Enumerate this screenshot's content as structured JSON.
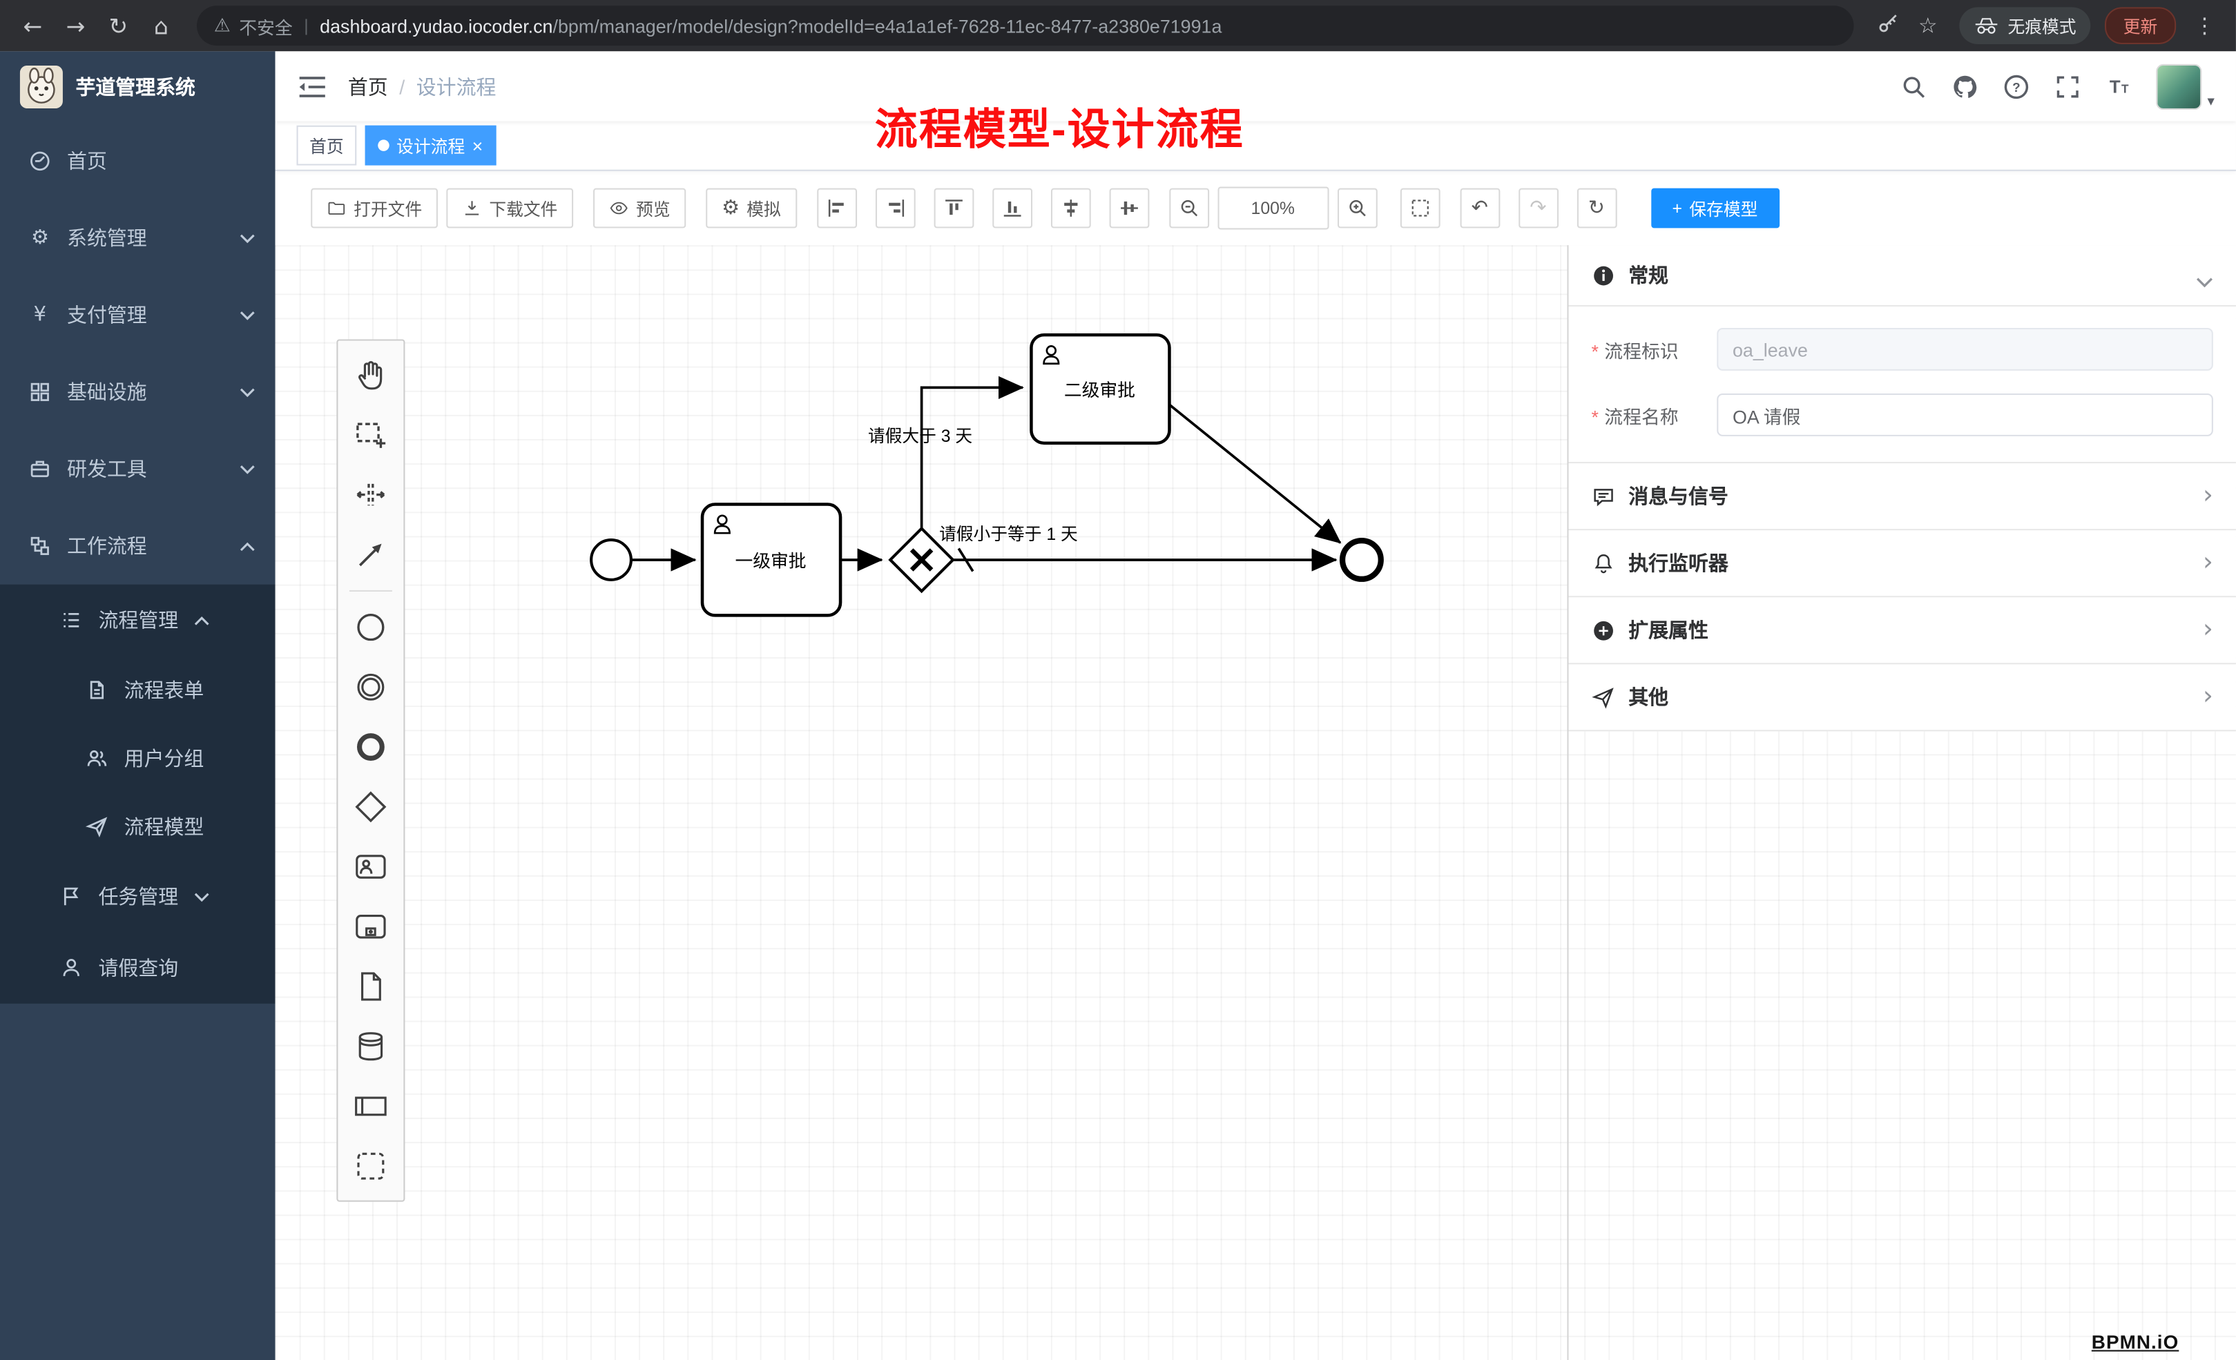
{
  "icons": {
    "back": "←",
    "forward": "→",
    "reload": "↻",
    "home": "⌂",
    "warning": "⚠",
    "divider": "|",
    "star": "☆",
    "menu_dots": "⋮",
    "gear": "⚙",
    "yen": "¥",
    "chevron_right": "›",
    "close": "×",
    "plus": "+",
    "caret_down": "▾",
    "breadcrumb_sep": "/",
    "undo": "↶",
    "redo": "↷",
    "restart": "↻",
    "question": "?",
    "size_large": "T",
    "size_small": "T"
  },
  "browser": {
    "security_label": "不安全",
    "url_domain": "dashboard.yudao.iocoder.cn",
    "url_path": "/bpm/manager/model/design?modelId=e4a1a1ef-7628-11ec-8477-a2380e71991a",
    "incognito_label": "无痕模式",
    "update_label": "更新"
  },
  "sidebar": {
    "logo_title": "芋道管理系统",
    "items": [
      {
        "label": "首页"
      },
      {
        "label": "系统管理"
      },
      {
        "label": "支付管理"
      },
      {
        "label": "基础设施"
      },
      {
        "label": "研发工具"
      },
      {
        "label": "工作流程"
      },
      {
        "label": "流程管理"
      },
      {
        "label": "流程表单"
      },
      {
        "label": "用户分组"
      },
      {
        "label": "流程模型"
      },
      {
        "label": "任务管理"
      },
      {
        "label": "请假查询"
      }
    ]
  },
  "header": {
    "breadcrumb_home": "首页",
    "breadcrumb_current": "设计流程",
    "annotation": "流程模型-设计流程"
  },
  "tabs": [
    {
      "label": "首页"
    },
    {
      "label": "设计流程"
    }
  ],
  "toolbar": {
    "open_file": "打开文件",
    "download_file": "下载文件",
    "preview": "预览",
    "simulate": "模拟",
    "zoom_level": "100%",
    "save_model": "保存模型"
  },
  "diagram": {
    "task1_label": "一级审批",
    "task2_label": "二级审批",
    "flow_condition_up": "请假大于 3 天",
    "flow_condition_straight": "请假小于等于 1 天"
  },
  "panel": {
    "general_title": "常规",
    "process_key_label": "流程标识",
    "process_key_value": "oa_leave",
    "process_name_label": "流程名称",
    "process_name_value": "OA 请假",
    "sections": [
      {
        "title": "消息与信号"
      },
      {
        "title": "执行监听器"
      },
      {
        "title": "扩展属性"
      },
      {
        "title": "其他"
      }
    ],
    "watermark": "BPMN.iO"
  }
}
